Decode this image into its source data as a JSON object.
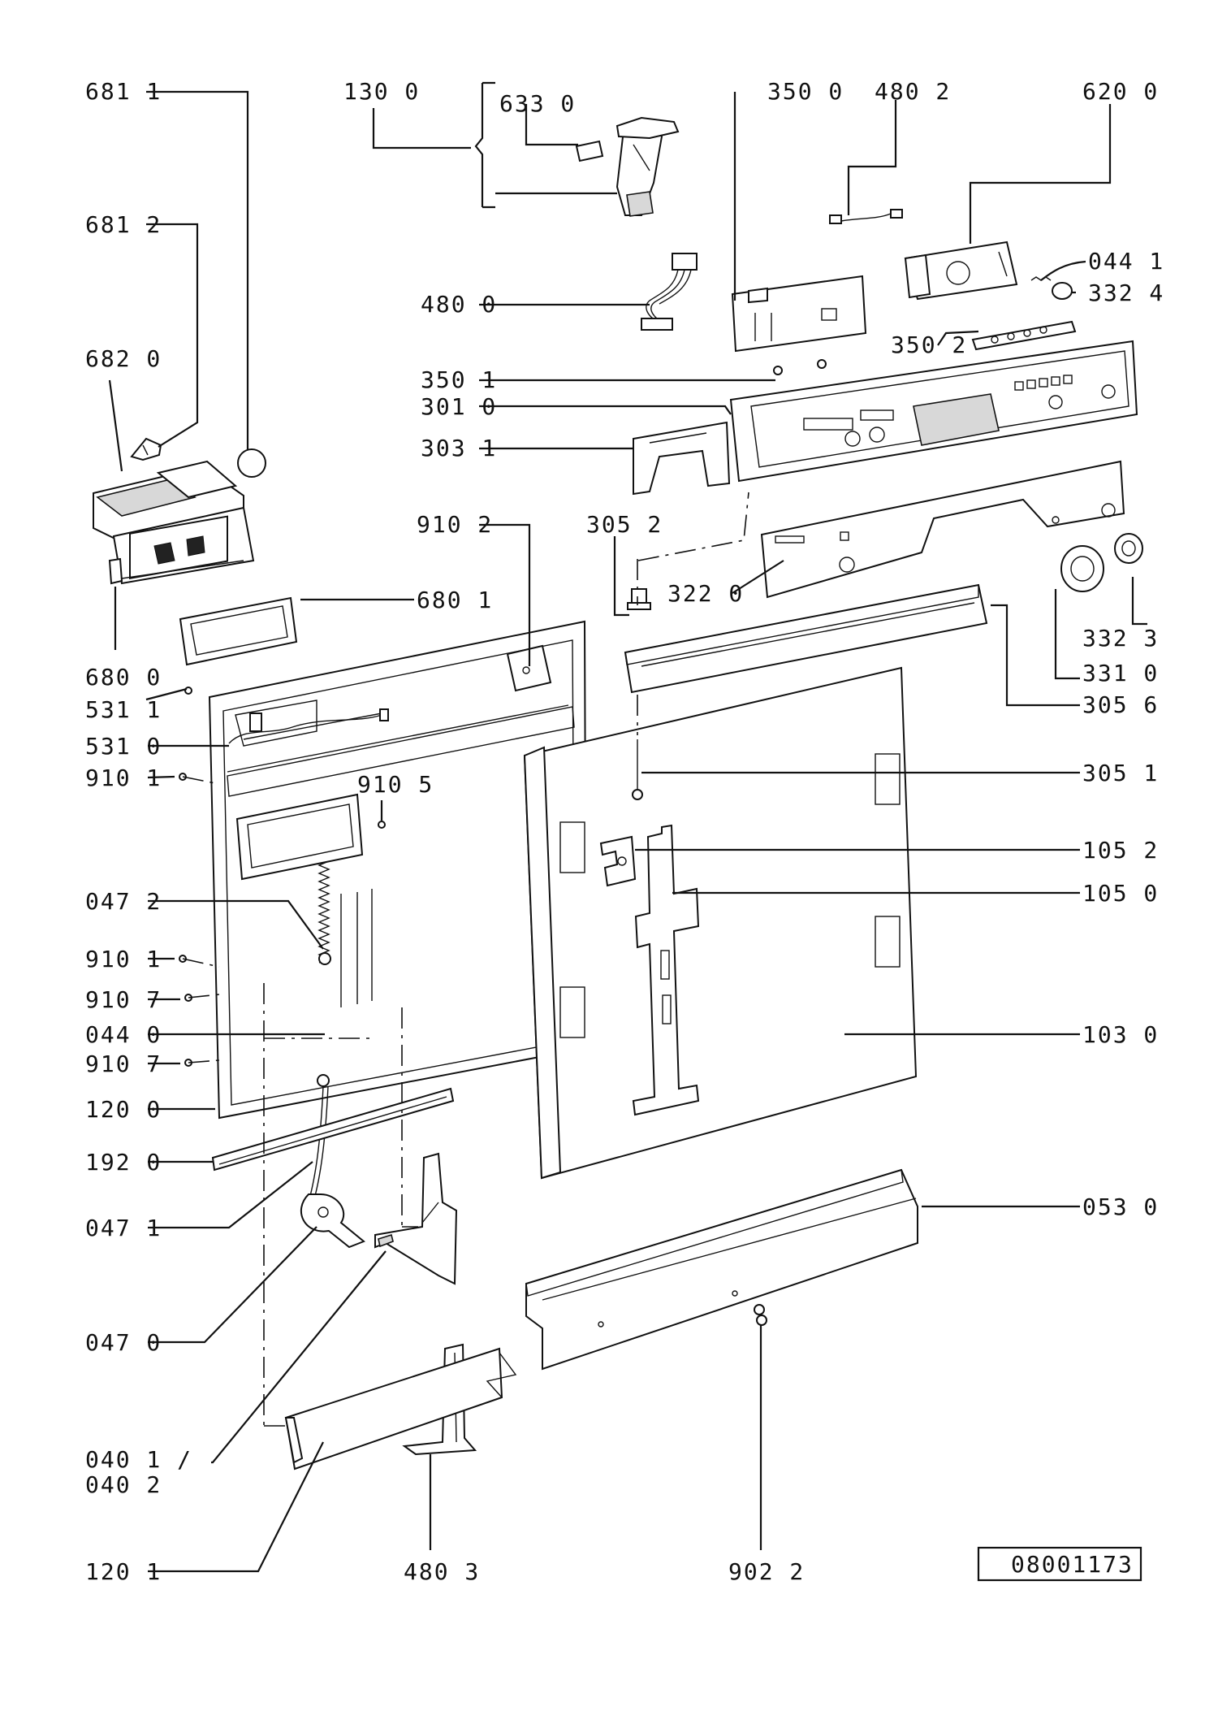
{
  "labels": {
    "l_681_1": "681 1",
    "l_681_2": "681 2",
    "l_682_0": "682 0",
    "l_680_0": "680 0",
    "l_531_1": "531 1",
    "l_531_0": "531 0",
    "l_910_1a": "910 1",
    "l_047_2": "047 2",
    "l_910_1b": "910 1",
    "l_910_7a": "910 7",
    "l_044_0": "044 0",
    "l_910_7b": "910 7",
    "l_120_0": "120 0",
    "l_192_0": "192 0",
    "l_047_1": "047 1",
    "l_047_0": "047 0",
    "l_040_1": "040 1 /",
    "l_040_2": "040 2",
    "l_120_1": "120 1",
    "l_130_0": "130 0",
    "l_633_0": "633 0",
    "l_480_0": "480 0",
    "l_350_1": "350 1",
    "l_301_0": "301 0",
    "l_303_1": "303 1",
    "l_910_2": "910 2",
    "l_305_2": "305 2",
    "l_322_0": "322 0",
    "l_680_1": "680 1",
    "l_910_5": "910 5",
    "l_350_0": "350 0",
    "l_480_2": "480 2",
    "l_620_0": "620 0",
    "l_044_1": "044 1",
    "l_332_4": "332 4",
    "l_350_2": "350 2",
    "l_332_3": "332 3",
    "l_331_0": "331 0",
    "l_305_6": "305 6",
    "l_305_1": "305 1",
    "l_105_2": "105 2",
    "l_105_0": "105 0",
    "l_103_0": "103 0",
    "l_053_0": "053 0",
    "l_480_3": "480 3",
    "l_902_2": "902 2",
    "drawing_number": "08001173"
  }
}
